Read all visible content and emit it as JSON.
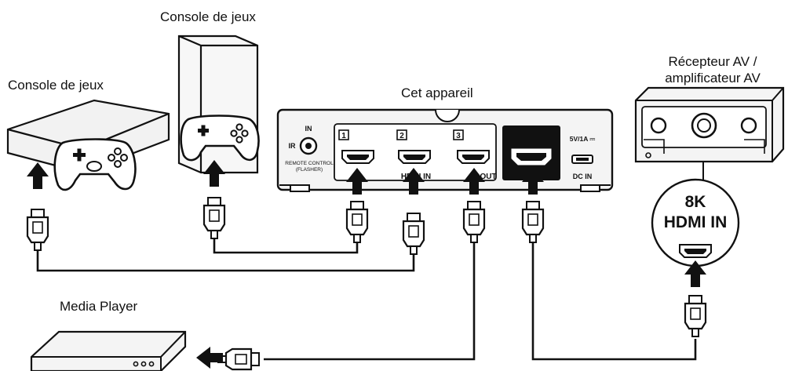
{
  "devices": {
    "console_top": {
      "label": "Console de jeux"
    },
    "console_left": {
      "label": "Console de jeux"
    },
    "hub": {
      "label": "Cet appareil",
      "ir_label": "IR",
      "in_label": "IN",
      "remote_label_1": "REMOTE CONTROL",
      "remote_label_2": "(FLASHER)",
      "port_numbers": [
        "1",
        "2",
        "3"
      ],
      "hdmi_in_label": "HDMI IN",
      "out_label": "OUT",
      "power_spec": "5V/1A ⎓",
      "dc_in_label": "DC IN"
    },
    "receiver": {
      "label_line1": "Récepteur AV /",
      "label_line2": "amplificateur AV"
    },
    "badge": {
      "line1": "8K",
      "line2": "HDMI IN"
    },
    "media_player": {
      "label": "Media Player"
    }
  },
  "colors": {
    "ink": "#111111",
    "outline": "#1a1a1a",
    "fill_light": "#f2f2f2",
    "fill_mid": "#d9d9d9",
    "out_panel": "#111111"
  }
}
